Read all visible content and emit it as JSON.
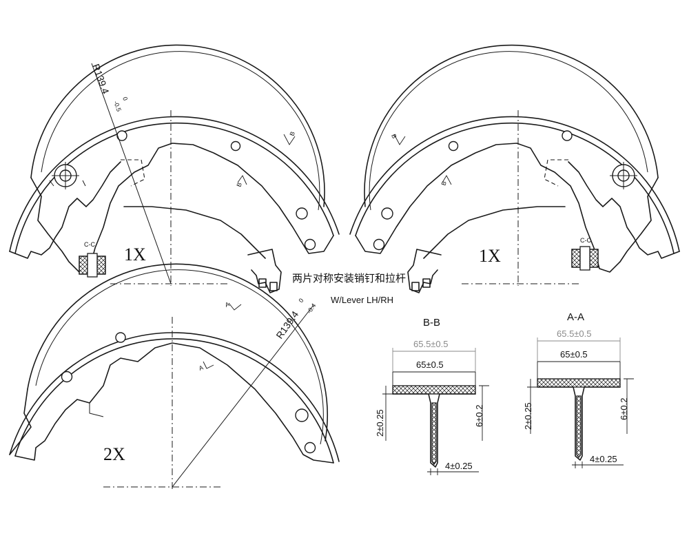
{
  "views": {
    "top_left": {
      "qty": "1X",
      "radius": "R139.4",
      "tol_upper": "0",
      "tol_lower": "-0.5",
      "section_cc": "C-C",
      "arrow_b1": "B",
      "arrow_b2": "B"
    },
    "top_right": {
      "qty": "1X",
      "section_cc": "C-C",
      "arrow_b1": "B",
      "arrow_b2": "B"
    },
    "bottom_left": {
      "qty": "2X",
      "radius": "R139.4",
      "tol_upper": "0",
      "tol_lower": "-0.4",
      "arrow_a1": "A",
      "arrow_a2": "A"
    }
  },
  "notes": {
    "chinese_note": "两片对称安装销钉和拉杆",
    "lever_note": "W/Lever  LH/RH"
  },
  "sections": {
    "bb": {
      "title": "B-B",
      "width_outer": "65.5±0.5",
      "width_inner": "65±0.5",
      "web_height": "2±0.25",
      "lining_thickness": "6±0.2",
      "web_thickness": "4±0.25"
    },
    "aa": {
      "title": "A-A",
      "width_outer": "65.5±0.5",
      "width_inner": "65±0.5",
      "web_height": "2±0.25",
      "lining_thickness": "6±0.2",
      "web_thickness": "4±0.25"
    }
  }
}
